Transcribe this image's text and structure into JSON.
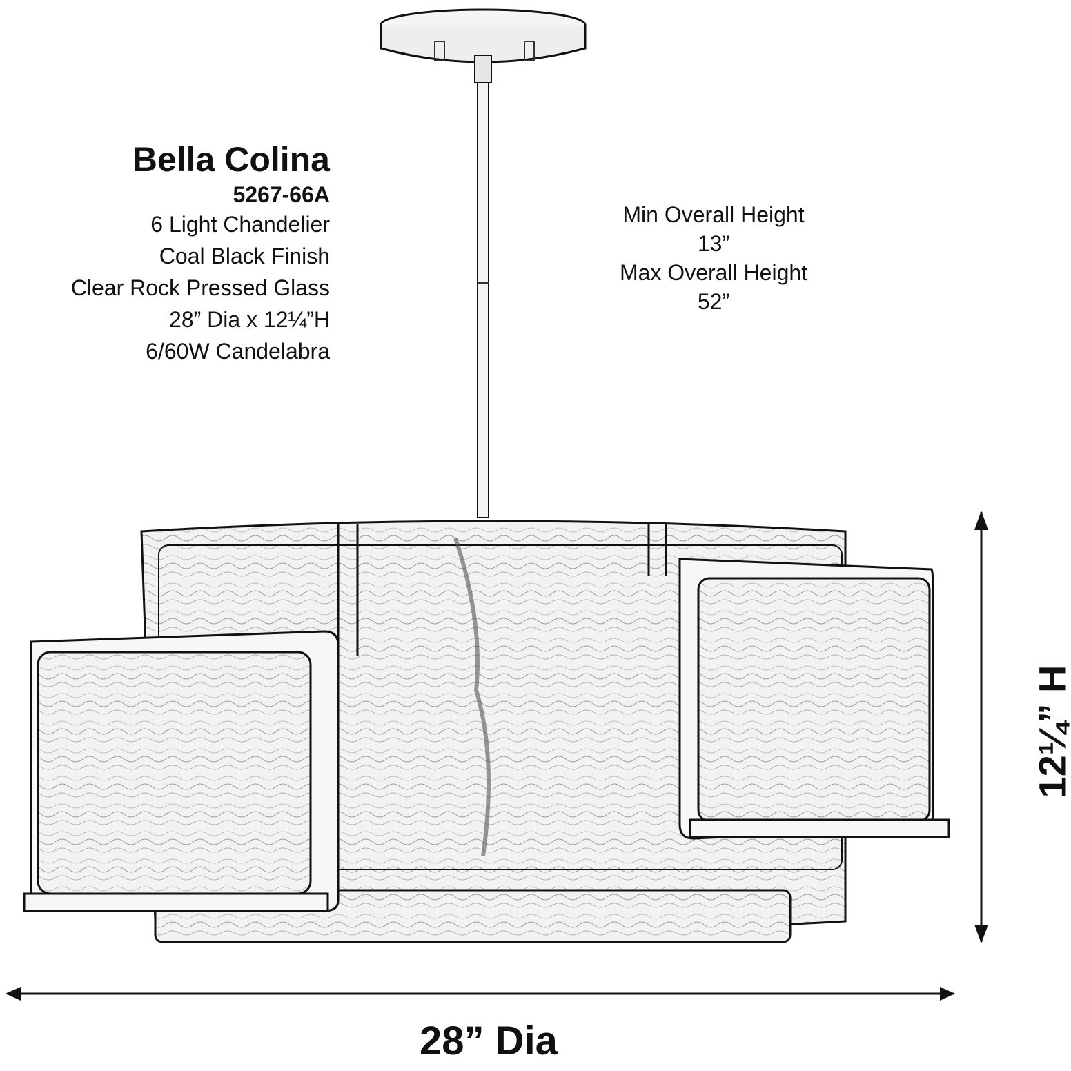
{
  "product": {
    "name": "Bella Colina",
    "model": "5267-66A",
    "specs": [
      "6 Light Chandelier",
      "Coal Black Finish",
      "Clear Rock Pressed Glass",
      "28” Dia x 12¼”H",
      "6/60W Candelabra"
    ]
  },
  "overall_height": {
    "min_label": "Min Overall Height",
    "min_value": "13”",
    "max_label": "Max Overall Height",
    "max_value": "52”"
  },
  "dimensions": {
    "diameter_label": "28” Dia",
    "height_label": "12¼” H"
  },
  "colors": {
    "line": "#111111",
    "glass_shade": "#d9d9d9",
    "background": "#ffffff"
  }
}
